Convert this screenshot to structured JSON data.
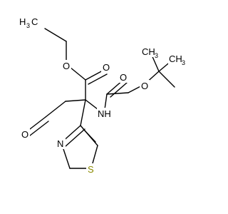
{
  "molecule": {
    "methyl_left": {
      "main": "H",
      "sub": "3",
      "tail": "C"
    },
    "methyl_right": {
      "main": "CH",
      "sub": "3"
    },
    "methyl_top": {
      "main": "CH",
      "sub": "3"
    },
    "ester_o": "O",
    "ester_carbonyl_o": "O",
    "carbamate_carbonyl_o": "O",
    "carbamate_o": "O",
    "nh": "NH",
    "aldehyde_o": "O",
    "ring_n": "N",
    "ring_s": "S"
  },
  "colors": {
    "bond": "#000000",
    "sulfur": "#8a8a00"
  }
}
